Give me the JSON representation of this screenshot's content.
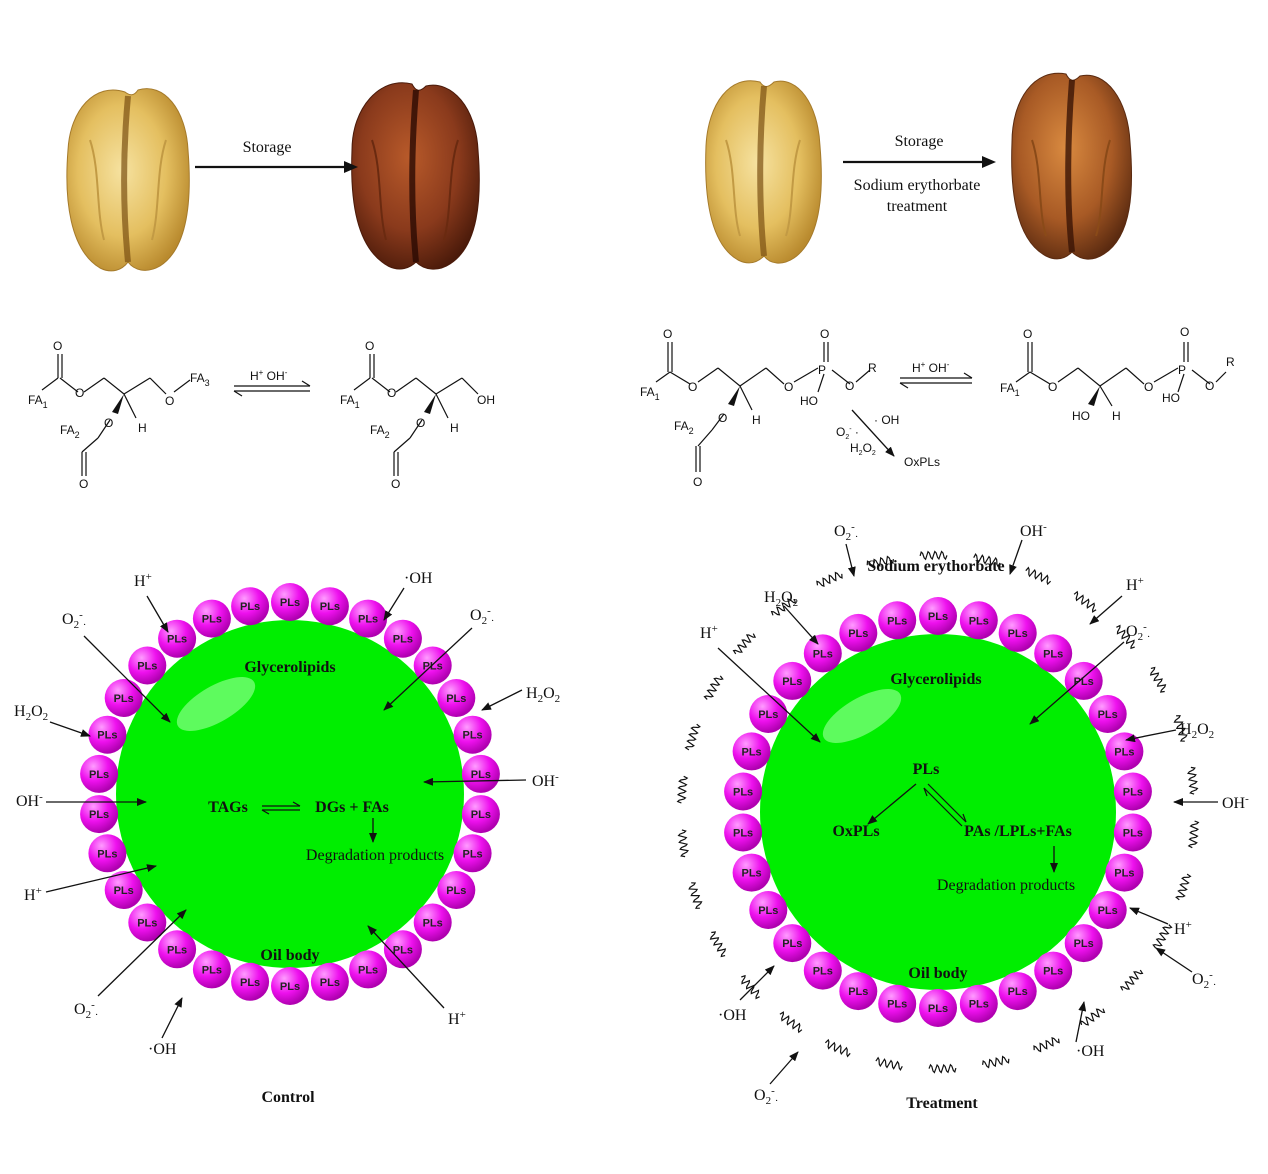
{
  "top": {
    "left_arrow_label": "Storage",
    "right_arrow_label_1": "Storage",
    "right_arrow_label_2": "Sodium erythorbate",
    "right_arrow_label_3": "treatment"
  },
  "chem": {
    "fa1": "FA",
    "fa2": "FA",
    "fa3": "FA",
    "oh": "OH",
    "h": "H",
    "o": "O",
    "r": "R",
    "ho": "HO",
    "p": "P",
    "eq_label": "H+ OH-",
    "oxpls": "OxPLs",
    "radicals_o2": "O2-·",
    "radicals_oh": "·OH",
    "radicals_h2o2": "H2O2"
  },
  "control": {
    "glycerolipids": "Glycerolipids",
    "tags": "TAGs",
    "dgs": "DGs + FAs",
    "degradation": "Degradation products",
    "oil_body": "Oil body",
    "caption": "Control",
    "pl_label": "PLs",
    "reactants": {
      "h_top": "H+",
      "oh_top": "·OH",
      "o2_tl": "O2-·",
      "o2_tr": "O2-·",
      "h2o2_l": "H2O2",
      "h2o2_r": "H2O2",
      "oh_minus_l": "OH-",
      "oh_minus_r": "OH-",
      "h_l": "H+",
      "o2_bl": "O2-·",
      "oh_b": "·OH",
      "h_br": "H+"
    }
  },
  "treatment": {
    "sodium_erythorbate": "Sodium erythorbate",
    "glycerolipids": "Glycerolipids",
    "pls": "PLs",
    "oxpls": "OxPLs",
    "pas": "PAs /LPLs+FAs",
    "degradation": "Degradation products",
    "oil_body": "Oil body",
    "caption": "Treatment",
    "pl_label": "PLs",
    "reactants": {
      "o2_top": "O2-·",
      "oh_minus_top": "OH-",
      "h2o2_tl": "H2O2",
      "h_tr": "H+",
      "h_l": "H+",
      "o2_r": "O2-·",
      "h2o2_r": "H2O2",
      "oh_minus_r": "OH-",
      "h_br": "H+",
      "o2_br": "O2-·",
      "oh_bl": "·OH",
      "oh_b": "·OH",
      "o2_b": "O2-·"
    }
  },
  "colors": {
    "oil_body": "#00ee00",
    "pl_bead": "#ee11ee",
    "pecan_light": "#e8c56a",
    "pecan_dark": "#8a3a1c"
  }
}
